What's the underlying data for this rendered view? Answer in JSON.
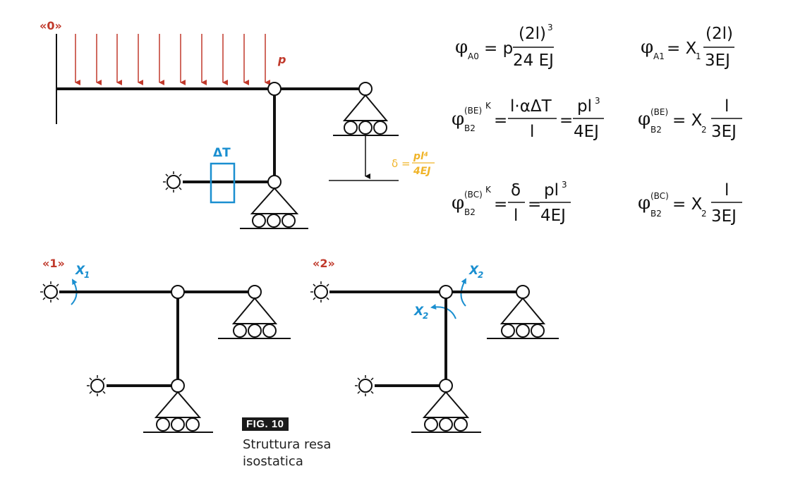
{
  "labels": {
    "case0": "«0»",
    "case1": "«1»",
    "case2": "«2»",
    "load_p": "p",
    "thermal": "ΔT",
    "x1": "X",
    "x1_sub": "1",
    "x2": "X",
    "x2_sub": "2",
    "delta_lhs": "δ =",
    "delta_num": "pl⁴",
    "delta_den": "4EJ"
  },
  "equations": {
    "phi_a0": {
      "sub": "A0",
      "eq": "= p",
      "num": "(2l)",
      "num_sup": "3",
      "den": "24 EJ"
    },
    "phi_a1": {
      "sub": "A1",
      "eq": "= X",
      "x_sub": "1",
      "num": "(2l)",
      "den": "3EJ"
    },
    "phi_b2_be_k": {
      "sup": "(BE)",
      "sup2": "K",
      "sub": "B2",
      "eq1": "=",
      "num1": "l·αΔT",
      "den1": "l",
      "eq2": "=",
      "num2": "pl",
      "num2_sup": "3",
      "den2": "4EJ"
    },
    "phi_b2_be": {
      "sup": "(BE)",
      "sub": "B2",
      "eq": "= X",
      "x_sub": "2",
      "num": "l",
      "den": "3EJ"
    },
    "phi_b2_bc_k": {
      "sup": "(BC)",
      "sup2": "K",
      "sub": "B2",
      "eq1": "=",
      "num1": "δ",
      "den1": "l",
      "eq2": "=",
      "num2": "pl",
      "num2_sup": "3",
      "den2": "4EJ"
    },
    "phi_b2_bc": {
      "sup": "(BC)",
      "sub": "B2",
      "eq": "= X",
      "x_sub": "2",
      "num": "l",
      "den": "3EJ"
    }
  },
  "figure": {
    "badge": "FIG. 10",
    "caption": "Struttura resa isostatica"
  },
  "colors": {
    "load": "#c0392b",
    "redundant": "#1a8fd0",
    "settlement": "#f0b429",
    "structure": "#111111"
  },
  "symbols": [
    "fixed-support-icon",
    "roller-support-icon",
    "hinge-icon",
    "pin-sun-icon",
    "moment-arrow-icon"
  ]
}
